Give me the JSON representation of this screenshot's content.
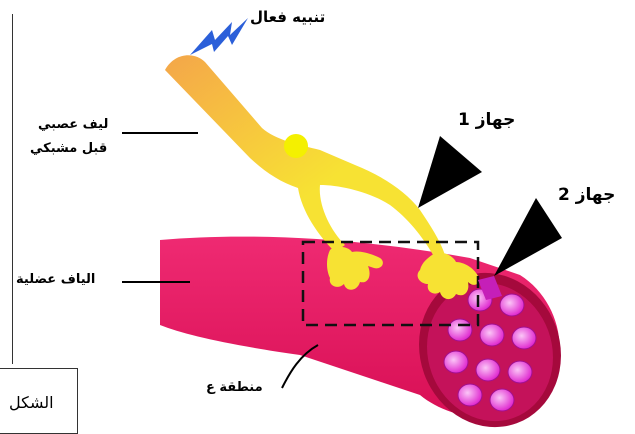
{
  "labels": {
    "stimulus": "تنبيه فعال",
    "nerve_fiber_line1": "ليف عصبي",
    "nerve_fiber_line2": "قبل مشبكي",
    "device1": "جهاز 1",
    "device2": "جهاز 2",
    "muscle_fibers": "الياف عضلية",
    "zone": "منطقة ع",
    "figure": "الشكل"
  },
  "colors": {
    "nerve_orange": "#f4a64a",
    "nerve_yellow": "#f7e233",
    "muscle": "#e8155c",
    "muscle_dark": "#b30c45",
    "fiber_pink": "#e02bd0",
    "fiber_light": "#f58ff0",
    "lightning": "#2b5fd9",
    "device_fill": "#000000"
  }
}
